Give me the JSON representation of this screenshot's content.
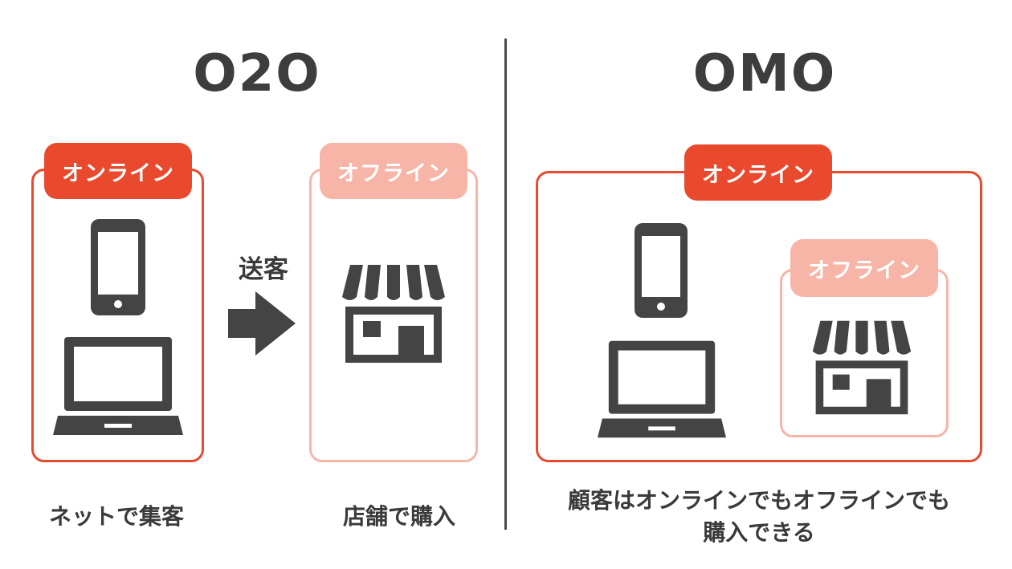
{
  "o2o": {
    "title": "O2O",
    "online_tag": "オンライン",
    "offline_tag": "オフライン",
    "arrow_label": "送客",
    "caption_left": "ネットで集客",
    "caption_right": "店舗で購入"
  },
  "omo": {
    "title": "OMO",
    "online_tag": "オンライン",
    "offline_tag": "オフライン",
    "caption_line1": "顧客はオンラインでもオフラインでも",
    "caption_line2": "購入できる"
  },
  "colors": {
    "online": "#e94a2e",
    "offline": "#f6b5a7",
    "icon": "#444444"
  },
  "icons": [
    "smartphone-icon",
    "laptop-icon",
    "store-icon",
    "arrow-right-icon"
  ]
}
